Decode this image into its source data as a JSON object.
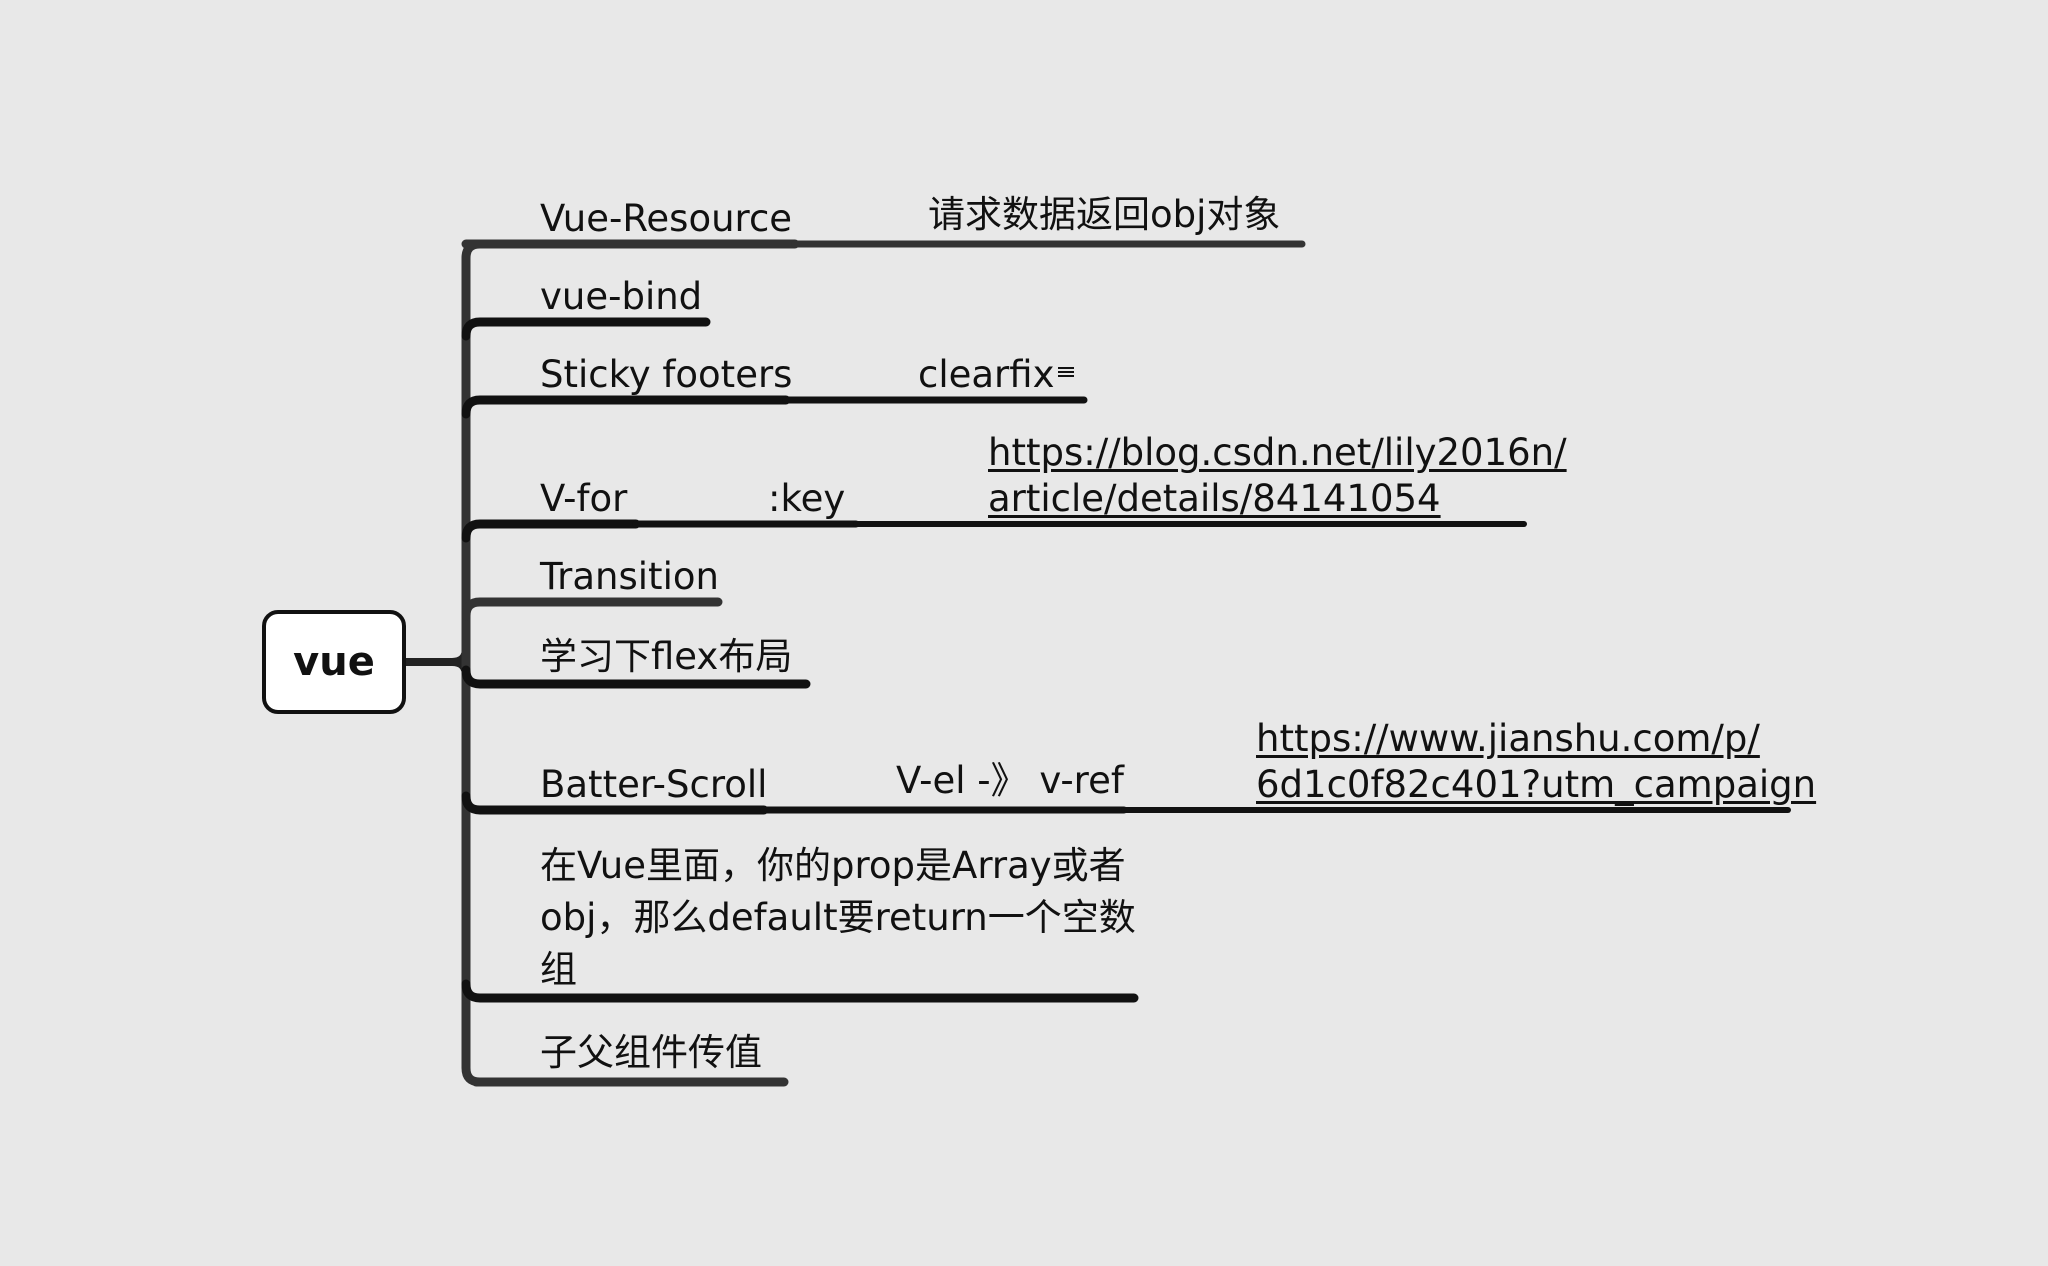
{
  "root": {
    "label": "vue"
  },
  "branches": [
    {
      "label": "Vue-Resource",
      "children": [
        {
          "label": "请求数据返回obj对象"
        }
      ]
    },
    {
      "label": "vue-bind",
      "children": []
    },
    {
      "label": "Sticky footers",
      "children": [
        {
          "label": "clearfix",
          "icon": "note-icon"
        }
      ]
    },
    {
      "label": "V-for",
      "children": [
        {
          "label": ":key",
          "children": [
            {
              "label_lines": [
                "https://blog.csdn.net/lily2016n/",
                "article/details/84141054"
              ],
              "is_link": true
            }
          ]
        }
      ]
    },
    {
      "label": "Transition",
      "children": []
    },
    {
      "label": "学习下flex布局",
      "children": []
    },
    {
      "label": "Batter-Scroll",
      "children": [
        {
          "label": "V-el -》 v-ref",
          "children": [
            {
              "label_lines": [
                "https://www.jianshu.com/p/",
                "6d1c0f82c401?utm_campaign"
              ],
              "is_link": true
            }
          ]
        }
      ]
    },
    {
      "label_lines": [
        "在Vue里面，你的prop是Array或者",
        "obj，那么default要return一个空数",
        "组"
      ],
      "children": []
    },
    {
      "label": "子父组件传值",
      "children": []
    }
  ],
  "colors": {
    "background": "#e8e8e8",
    "connector_main": "#333333",
    "connector_sub": "#111111",
    "root_fill": "#ffffff"
  }
}
